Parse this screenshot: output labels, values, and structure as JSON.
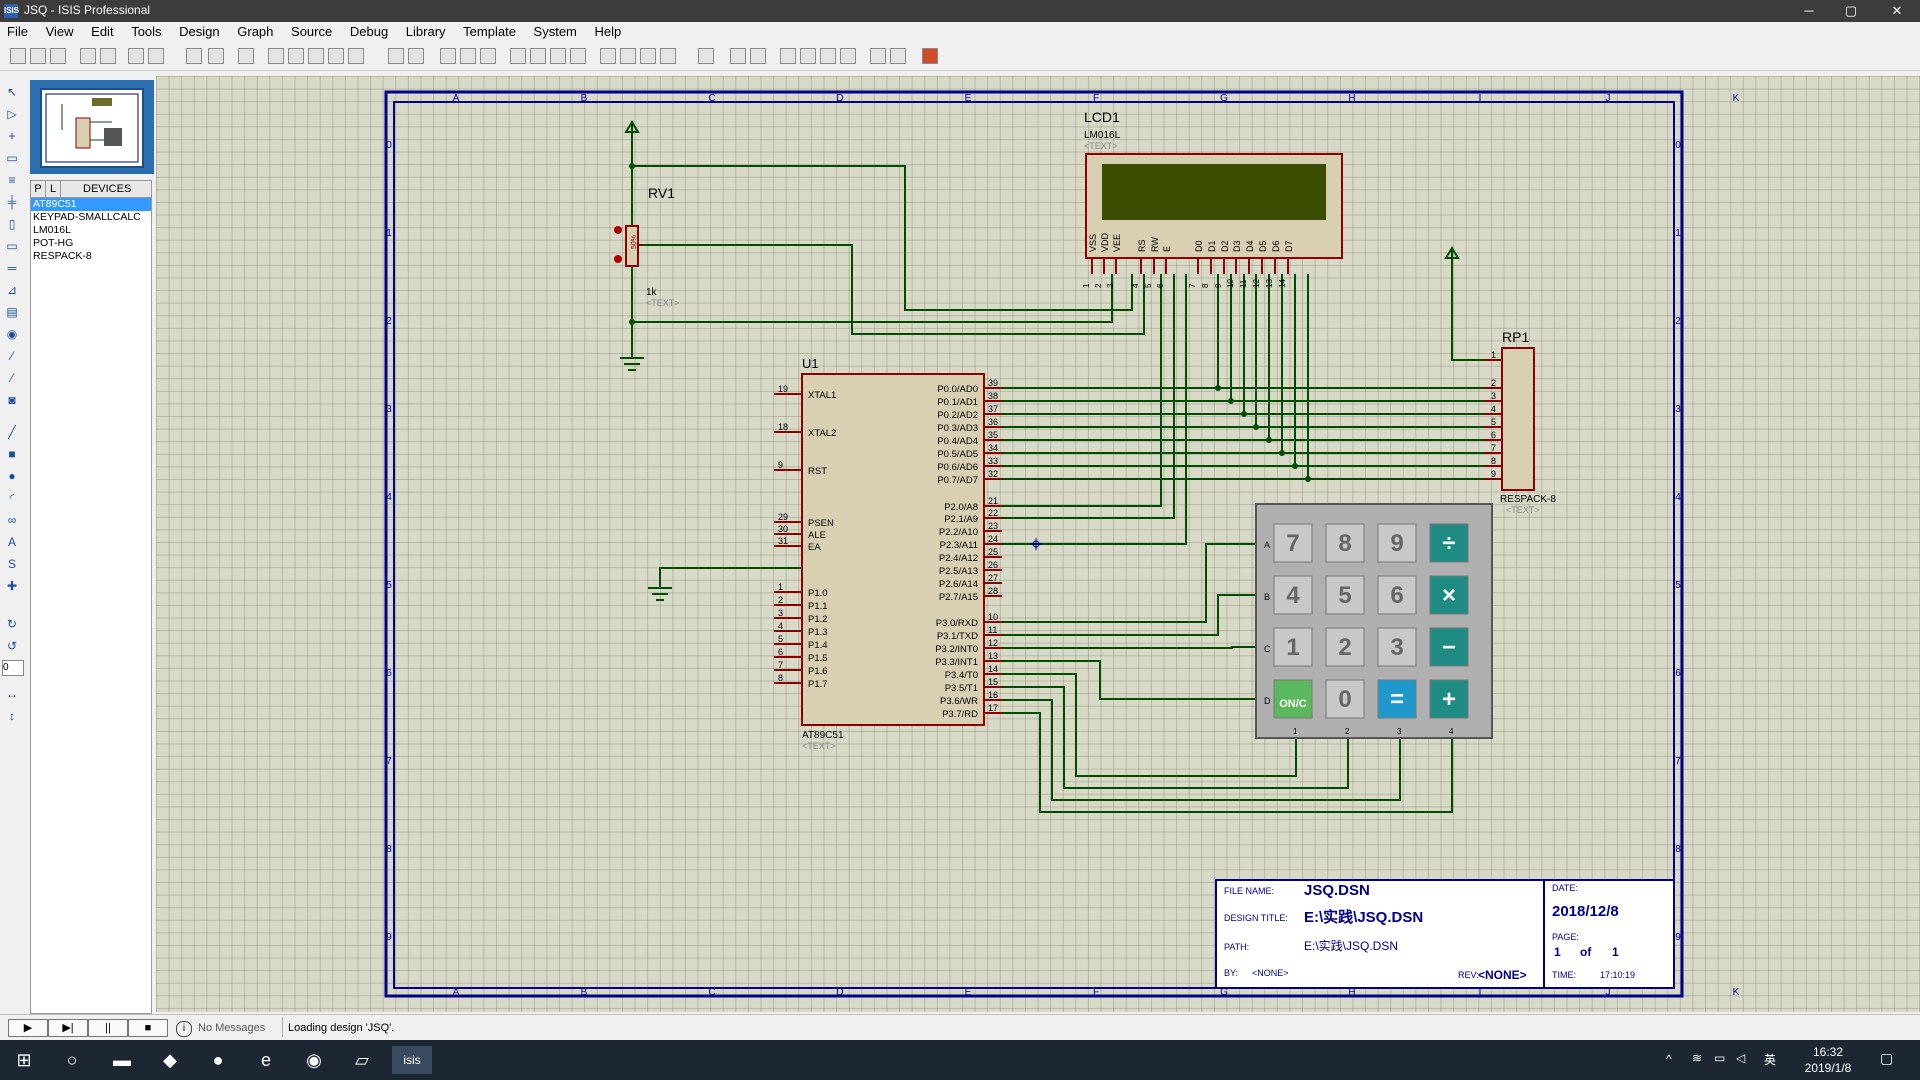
{
  "window": {
    "title": "JSQ - ISIS Professional",
    "app_icon": "ISIS",
    "min": "─",
    "max": "▢",
    "close": "✕"
  },
  "menu": [
    "File",
    "View",
    "Edit",
    "Tools",
    "Design",
    "Graph",
    "Source",
    "Debug",
    "Library",
    "Template",
    "System",
    "Help"
  ],
  "devices": {
    "tab_p": "P",
    "tab_l": "L",
    "header": "DEVICES",
    "items": [
      "AT89C51",
      "KEYPAD-SMALLCALC",
      "LM016L",
      "POT-HG",
      "RESPACK-8"
    ],
    "selected": 0
  },
  "left_tool_value": "0",
  "schematic": {
    "border_letters": [
      "A",
      "B",
      "C",
      "D",
      "E",
      "F",
      "G",
      "H",
      "I",
      "J",
      "K"
    ],
    "border_numbers": [
      "0",
      "1",
      "2",
      "3",
      "4",
      "5",
      "6",
      "7",
      "8",
      "9"
    ],
    "lcd": {
      "ref": "LCD1",
      "part": "LM016L",
      "text": "<TEXT>",
      "pins": [
        "VSS",
        "VDD",
        "VEE",
        "RS",
        "RW",
        "E",
        "D0",
        "D1",
        "D2",
        "D3",
        "D4",
        "D5",
        "D6",
        "D7"
      ],
      "pin_nums": [
        "1",
        "2",
        "3",
        "4",
        "5",
        "6",
        "7",
        "8",
        "9",
        "10",
        "11",
        "12",
        "13",
        "14"
      ]
    },
    "pot": {
      "ref": "RV1",
      "value": "1k",
      "text": "<TEXT>",
      "body_label": "50%"
    },
    "mcu": {
      "ref": "U1",
      "part": "AT89C51",
      "text": "<TEXT>",
      "left_pins": [
        {
          "n": "19",
          "name": "XTAL1"
        },
        {
          "n": "18",
          "name": "XTAL2"
        },
        {
          "n": "9",
          "name": "RST"
        },
        {
          "n": "29",
          "name": "PSEN"
        },
        {
          "n": "30",
          "name": "ALE"
        },
        {
          "n": "31",
          "name": "EA"
        },
        {
          "n": "1",
          "name": "P1.0"
        },
        {
          "n": "2",
          "name": "P1.1"
        },
        {
          "n": "3",
          "name": "P1.2"
        },
        {
          "n": "4",
          "name": "P1.3"
        },
        {
          "n": "5",
          "name": "P1.4"
        },
        {
          "n": "6",
          "name": "P1.5"
        },
        {
          "n": "7",
          "name": "P1.6"
        },
        {
          "n": "8",
          "name": "P1.7"
        }
      ],
      "right_pins": [
        {
          "n": "39",
          "name": "P0.0/AD0"
        },
        {
          "n": "38",
          "name": "P0.1/AD1"
        },
        {
          "n": "37",
          "name": "P0.2/AD2"
        },
        {
          "n": "36",
          "name": "P0.3/AD3"
        },
        {
          "n": "35",
          "name": "P0.4/AD4"
        },
        {
          "n": "34",
          "name": "P0.5/AD5"
        },
        {
          "n": "33",
          "name": "P0.6/AD6"
        },
        {
          "n": "32",
          "name": "P0.7/AD7"
        },
        {
          "n": "21",
          "name": "P2.0/A8"
        },
        {
          "n": "22",
          "name": "P2.1/A9"
        },
        {
          "n": "23",
          "name": "P2.2/A10"
        },
        {
          "n": "24",
          "name": "P2.3/A11"
        },
        {
          "n": "25",
          "name": "P2.4/A12"
        },
        {
          "n": "26",
          "name": "P2.5/A13"
        },
        {
          "n": "27",
          "name": "P2.6/A14"
        },
        {
          "n": "28",
          "name": "P2.7/A15"
        },
        {
          "n": "10",
          "name": "P3.0/RXD"
        },
        {
          "n": "11",
          "name": "P3.1/TXD"
        },
        {
          "n": "12",
          "name": "P3.2/INT0"
        },
        {
          "n": "13",
          "name": "P3.3/INT1"
        },
        {
          "n": "14",
          "name": "P3.4/T0"
        },
        {
          "n": "15",
          "name": "P3.5/T1"
        },
        {
          "n": "16",
          "name": "P3.6/WR"
        },
        {
          "n": "17",
          "name": "P3.7/RD"
        }
      ]
    },
    "respack": {
      "ref": "RP1",
      "part": "RESPACK-8",
      "text": "<TEXT>",
      "pins": [
        "1",
        "2",
        "3",
        "4",
        "5",
        "6",
        "7",
        "8",
        "9"
      ]
    },
    "keypad": {
      "rows": [
        "A",
        "B",
        "C",
        "D"
      ],
      "cols": [
        "1",
        "2",
        "3",
        "4"
      ],
      "keys": [
        [
          "7",
          "8",
          "9",
          "÷"
        ],
        [
          "4",
          "5",
          "6",
          "×"
        ],
        [
          "1",
          "2",
          "3",
          "−"
        ],
        [
          "ON/C",
          "0",
          "=",
          "+"
        ]
      ]
    },
    "title_block": {
      "file_name_label": "FILE NAME:",
      "file_name": "JSQ.DSN",
      "date_label": "DATE:",
      "date": "2018/12/8",
      "design_title_label": "DESIGN TITLE:",
      "design_title": "E:\\实践\\JSQ.DSN",
      "page_label": "PAGE:",
      "page": "1",
      "of": "of",
      "pages": "1",
      "path_label": "PATH:",
      "path": "E:\\实践\\JSQ.DSN",
      "by_label": "BY:",
      "by": "<NONE>",
      "rev_label": "REV:",
      "rev": "<NONE>",
      "time_label": "TIME:",
      "time": "17:10:19"
    }
  },
  "status": {
    "no_messages": "No Messages",
    "message": "Loading design 'JSQ'."
  },
  "taskbar": {
    "time": "16:32",
    "date": "2019/1/8",
    "tray_lang": "英",
    "isis_label": "isis"
  },
  "colors": {
    "wire": "#004d00",
    "component": "#8b0000",
    "border": "#00008b",
    "body": "#d9cfb2",
    "lcd_screen": "#3a4d00",
    "key_teal": "#1f8c84",
    "key_blue": "#1f99cc",
    "key_gray": "#c8c8c8"
  }
}
